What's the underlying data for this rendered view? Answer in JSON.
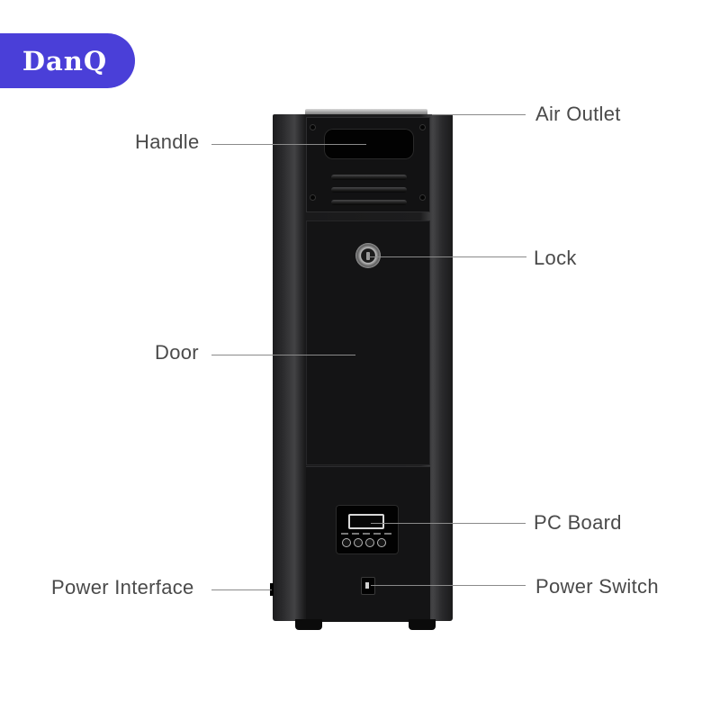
{
  "brand": {
    "logo_text": "DanQ",
    "accent_color": "#4a3fd8"
  },
  "labels": {
    "air_outlet": "Air Outlet",
    "handle": "Handle",
    "lock": "Lock",
    "door": "Door",
    "pc_board": "PC Board",
    "power_interface": "Power Interface",
    "power_switch": "Power Switch"
  }
}
